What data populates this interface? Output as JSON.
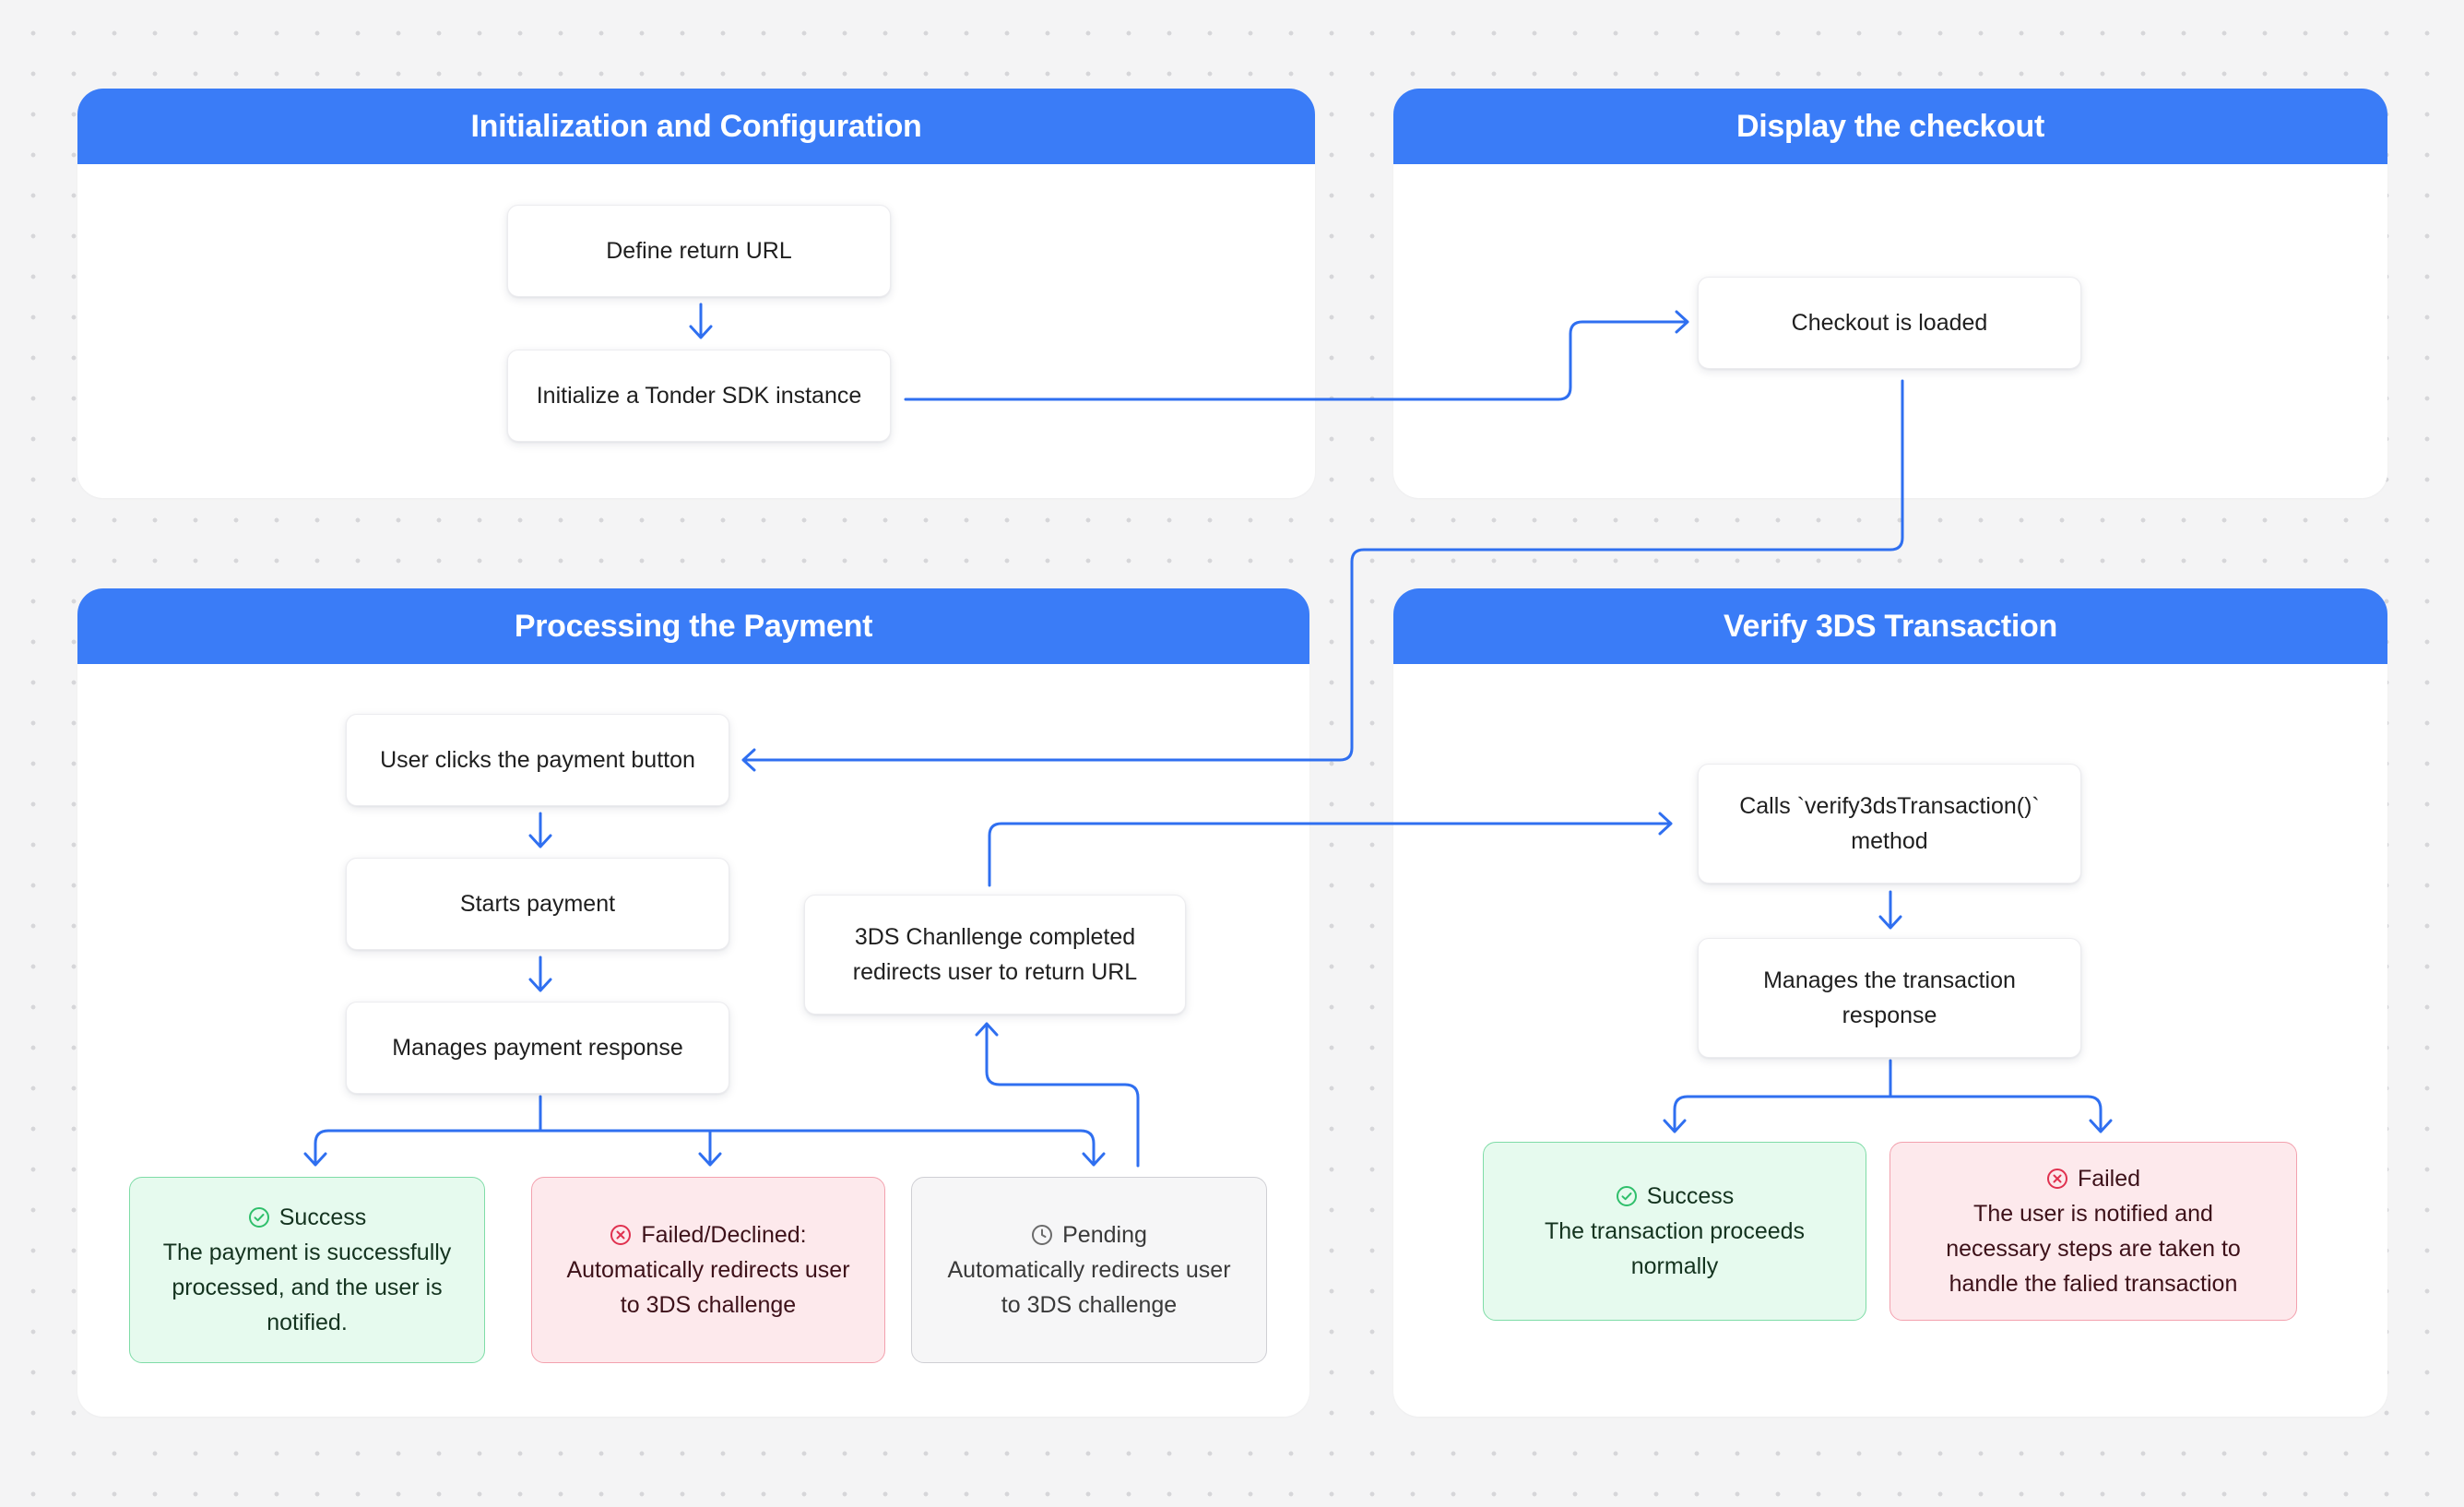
{
  "panels": {
    "init": {
      "title": "Initialization and Configuration"
    },
    "checkout": {
      "title": "Display the checkout"
    },
    "processing": {
      "title": "Processing the Payment"
    },
    "verify": {
      "title": "Verify 3DS Transaction"
    }
  },
  "nodes": {
    "define_return_url": "Define return URL",
    "initialize_sdk": "Initialize a Tonder SDK instance",
    "checkout_loaded": "Checkout is loaded",
    "user_clicks": "User clicks the payment button",
    "starts_payment": "Starts payment",
    "manages_payment": "Manages payment response",
    "challenge_completed": [
      "3DS Chanllenge completed",
      "redirects user to return URL"
    ],
    "calls_verify": [
      "Calls `verify3dsTransaction()`",
      "method"
    ],
    "manages_transaction": [
      "Manages the transaction",
      "response"
    ]
  },
  "outcomes": {
    "payment_success": {
      "title": "Success",
      "lines": [
        "The payment is successfully",
        "processed, and the user is",
        "notified."
      ],
      "icon": "check-circle-icon"
    },
    "payment_failed": {
      "title": "Failed/Declined:",
      "lines": [
        "Automatically redirects user",
        "to 3DS challenge"
      ],
      "icon": "x-circle-icon"
    },
    "payment_pending": {
      "title": "Pending",
      "lines": [
        "Automatically redirects user",
        "to 3DS challenge"
      ],
      "icon": "clock-icon"
    },
    "verify_success": {
      "title": "Success",
      "lines": [
        "The transaction proceeds",
        "normally"
      ],
      "icon": "check-circle-icon"
    },
    "verify_failed": {
      "title": "Failed",
      "lines": [
        "The user is notified and",
        "necessary steps are taken to",
        "handle the falied transaction"
      ],
      "icon": "x-circle-icon"
    }
  },
  "colors": {
    "header": "#3a7cf7",
    "connector": "#2f6ff0",
    "success_icon": "#2fbf6b",
    "failed_icon": "#e0314f",
    "pending_icon": "#6b6b6b"
  }
}
